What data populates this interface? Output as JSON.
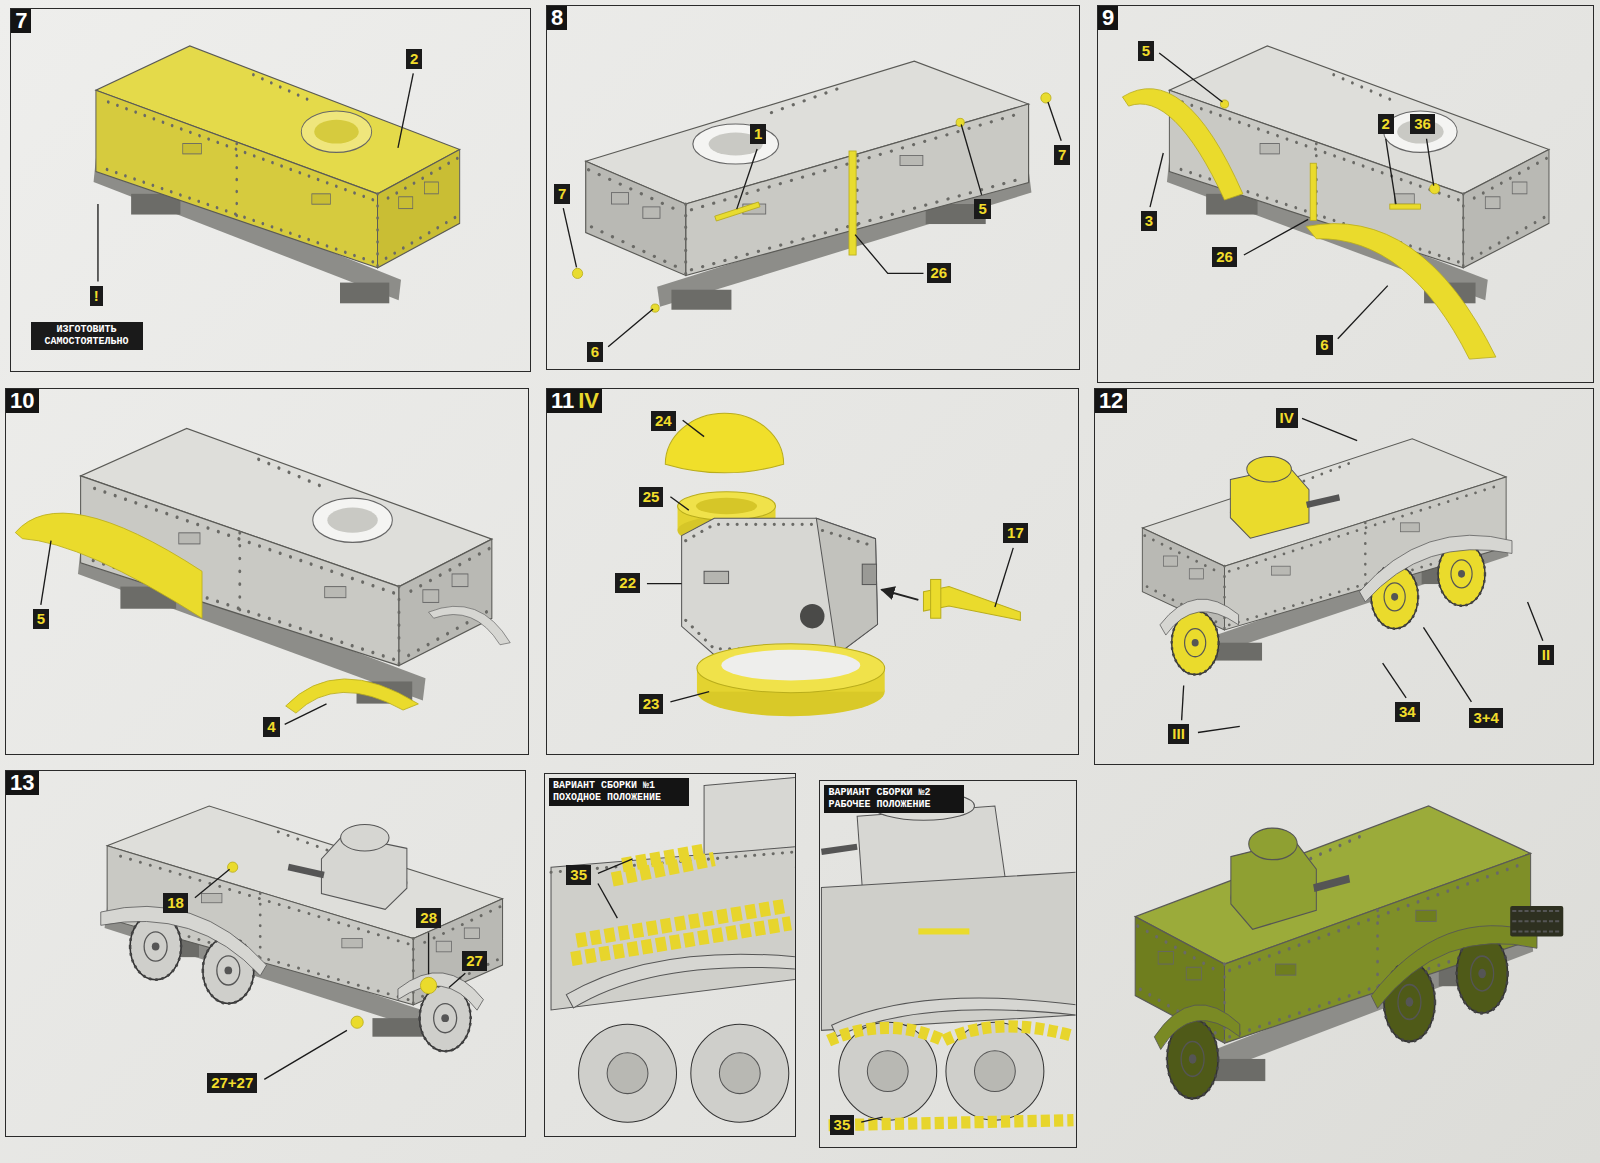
{
  "diagram": {
    "nodes": [
      {
        "text": [
          "7"
        ]
      },
      {
        "text": [
          "8"
        ]
      },
      {
        "text": [
          "9"
        ]
      },
      {
        "text": [
          "10"
        ]
      },
      {
        "text": [
          "11",
          "IV"
        ]
      },
      {
        "text": [
          "12"
        ]
      },
      {
        "text": [
          "13"
        ]
      },
      {
        "text": [
          "ВАРИАНТ СБОРКИ №1 ПОХОДНОЕ ПОЛОЖЕНИЕ"
        ]
      },
      {
        "text": [
          "ВАРИАНТ СБОРКИ №2 РАБОЧЕЕ ПОЛОЖЕНИЕ"
        ]
      }
    ],
    "labels": [
      "2",
      "!",
      "ИЗГОТОВИТЬ САМОСТОЯТЕЛЬНО",
      "1",
      "7",
      "7",
      "5",
      "26",
      "6",
      "5",
      "2",
      "36",
      "3",
      "26",
      "6",
      "5",
      "4",
      "24",
      "25",
      "22",
      "17",
      "23",
      "IV",
      "II",
      "III",
      "34",
      "3+4",
      "18",
      "28",
      "27",
      "27+27",
      "35",
      "35"
    ]
  }
}
